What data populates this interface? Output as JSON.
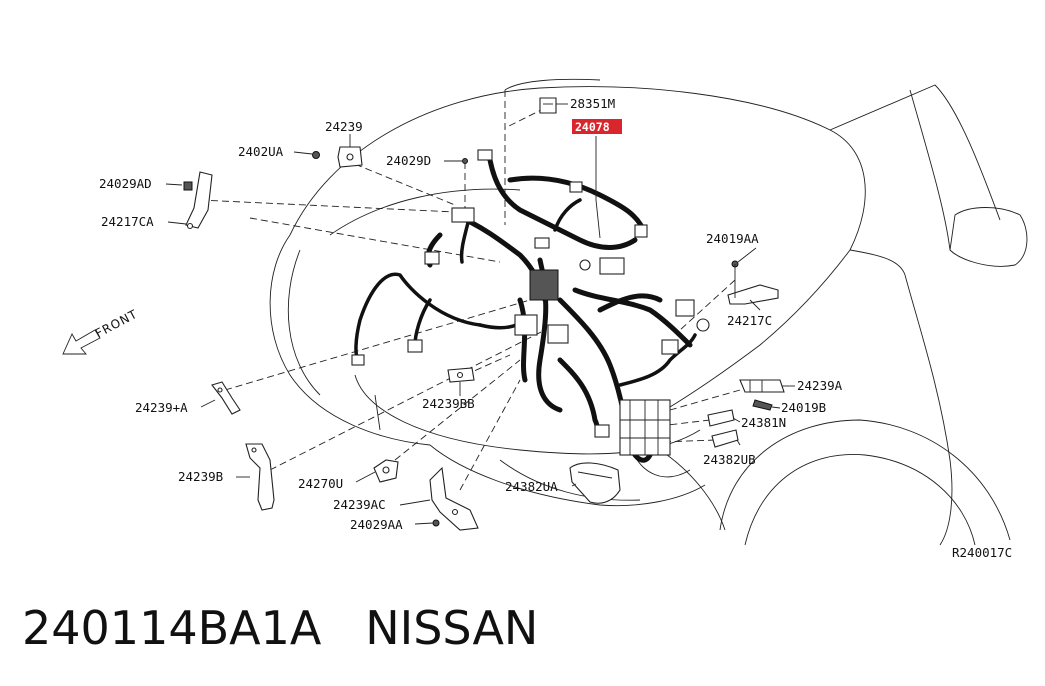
{
  "labels": {
    "part_28351M": "28351M",
    "part_24078": "24078",
    "part_24239": "24239",
    "part_2402UA": "2402UA",
    "part_24029D": "24029D",
    "part_24029AD": "24029AD",
    "part_24217CA": "24217CA",
    "part_24019AA": "24019AA",
    "part_24217C": "24217C",
    "part_24239A": "24239A",
    "part_24019B": "24019B",
    "part_24381N": "24381N",
    "part_24382UB": "24382UB",
    "part_24239plusA": "24239+A",
    "part_24239BB": "24239BB",
    "part_24239B": "24239B",
    "part_24270U": "24270U",
    "part_24239AC": "24239AC",
    "part_24382UA": "24382UA",
    "part_24029AA": "24029AA",
    "front": "FRONT"
  },
  "highlight_color": "#d9262c",
  "diagram_ref": "R240017C",
  "caption": "240114BA1A   NISSAN"
}
